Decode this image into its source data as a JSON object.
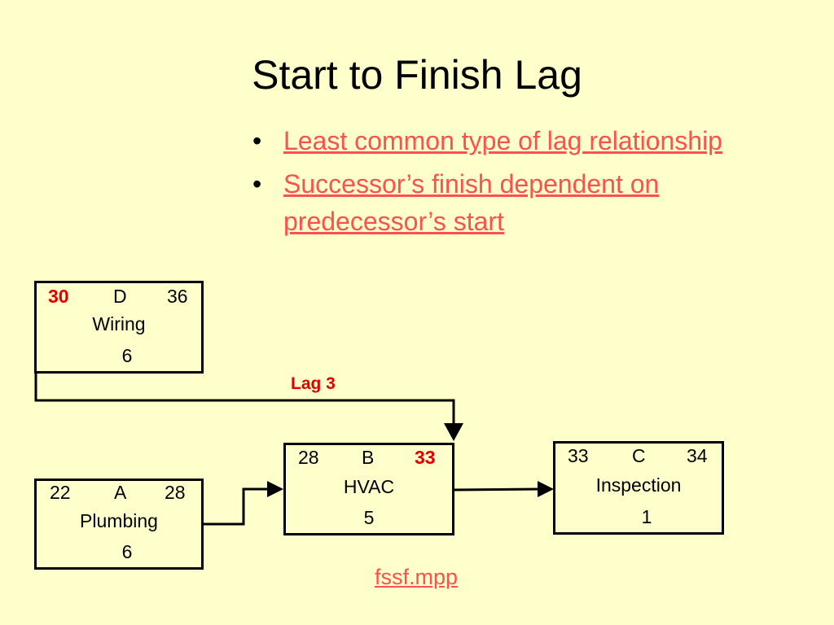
{
  "slide": {
    "title": "Start to Finish Lag",
    "bullets": [
      "Least common type of lag relationship",
      "Successor’s finish dependent on predecessor’s start"
    ],
    "link": "fssf.mpp",
    "lag_label": "Lag 3"
  },
  "nodes": {
    "D": {
      "start": "30",
      "id": "D",
      "finish": "36",
      "name": "Wiring",
      "duration": "6"
    },
    "A": {
      "start": "22",
      "id": "A",
      "finish": "28",
      "name": "Plumbing",
      "duration": "6"
    },
    "B": {
      "start": "28",
      "id": "B",
      "finish": "33",
      "name": "HVAC",
      "duration": "5"
    },
    "C": {
      "start": "33",
      "id": "C",
      "finish": "34",
      "name": "Inspection",
      "duration": "1"
    }
  },
  "colors": {
    "background": "#FFFFCC",
    "link_text": "#FF5050",
    "highlight": "#E00000"
  }
}
